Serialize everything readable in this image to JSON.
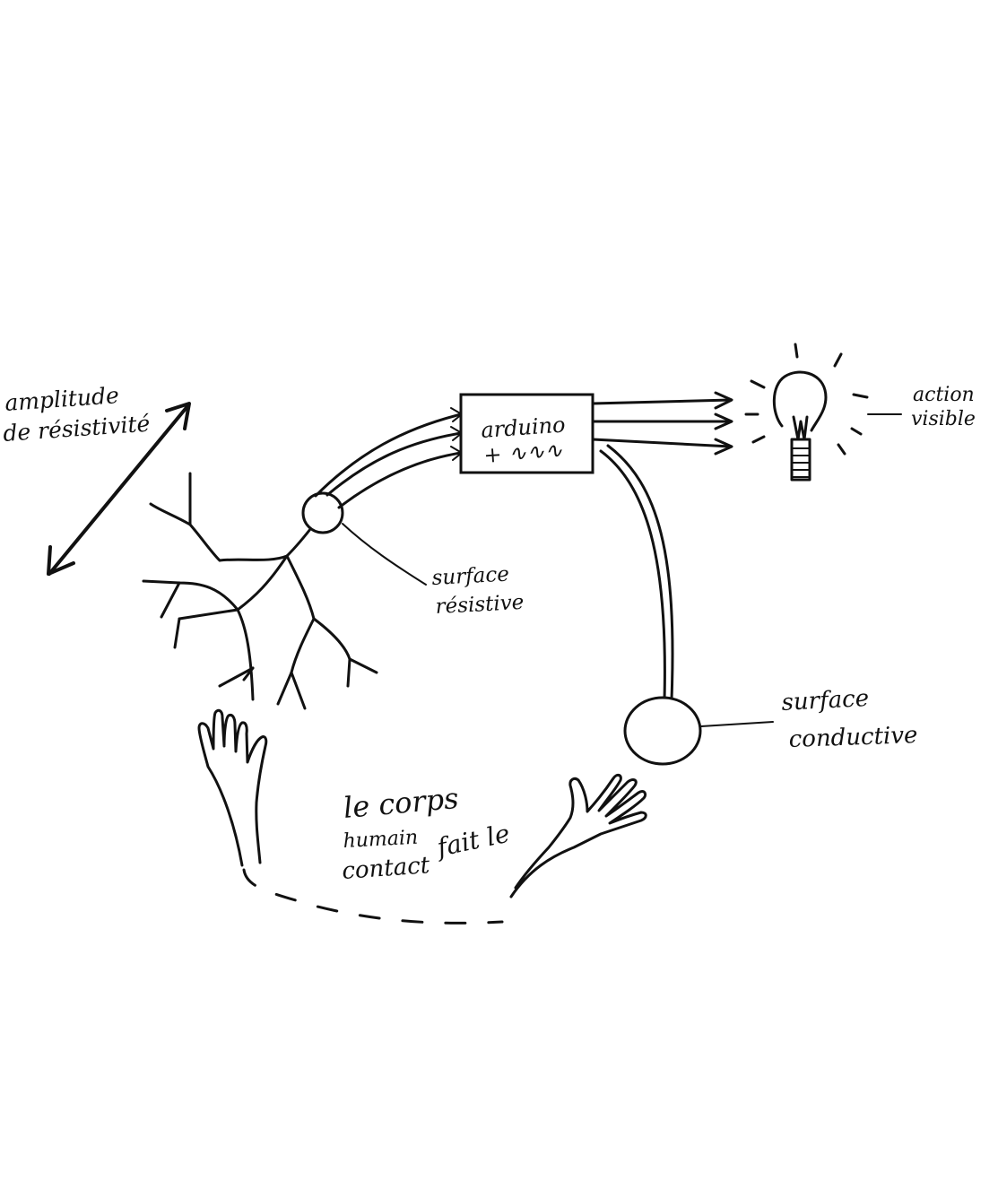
{
  "labels": {
    "amplitude_line1": "amplitude",
    "amplitude_line2": "de résistivité",
    "arduino_line1": "arduino",
    "arduino_line2": "+ ∿∿∿",
    "action_line1": "action",
    "action_line2": "visible",
    "resistive_line1": "surface",
    "resistive_line2": "résistive",
    "conductive_line1": "surface",
    "conductive_line2": "conductive",
    "body_line1": "le corps",
    "body_line2": "humain",
    "body_line3": "contact",
    "body_side": "fait le"
  }
}
